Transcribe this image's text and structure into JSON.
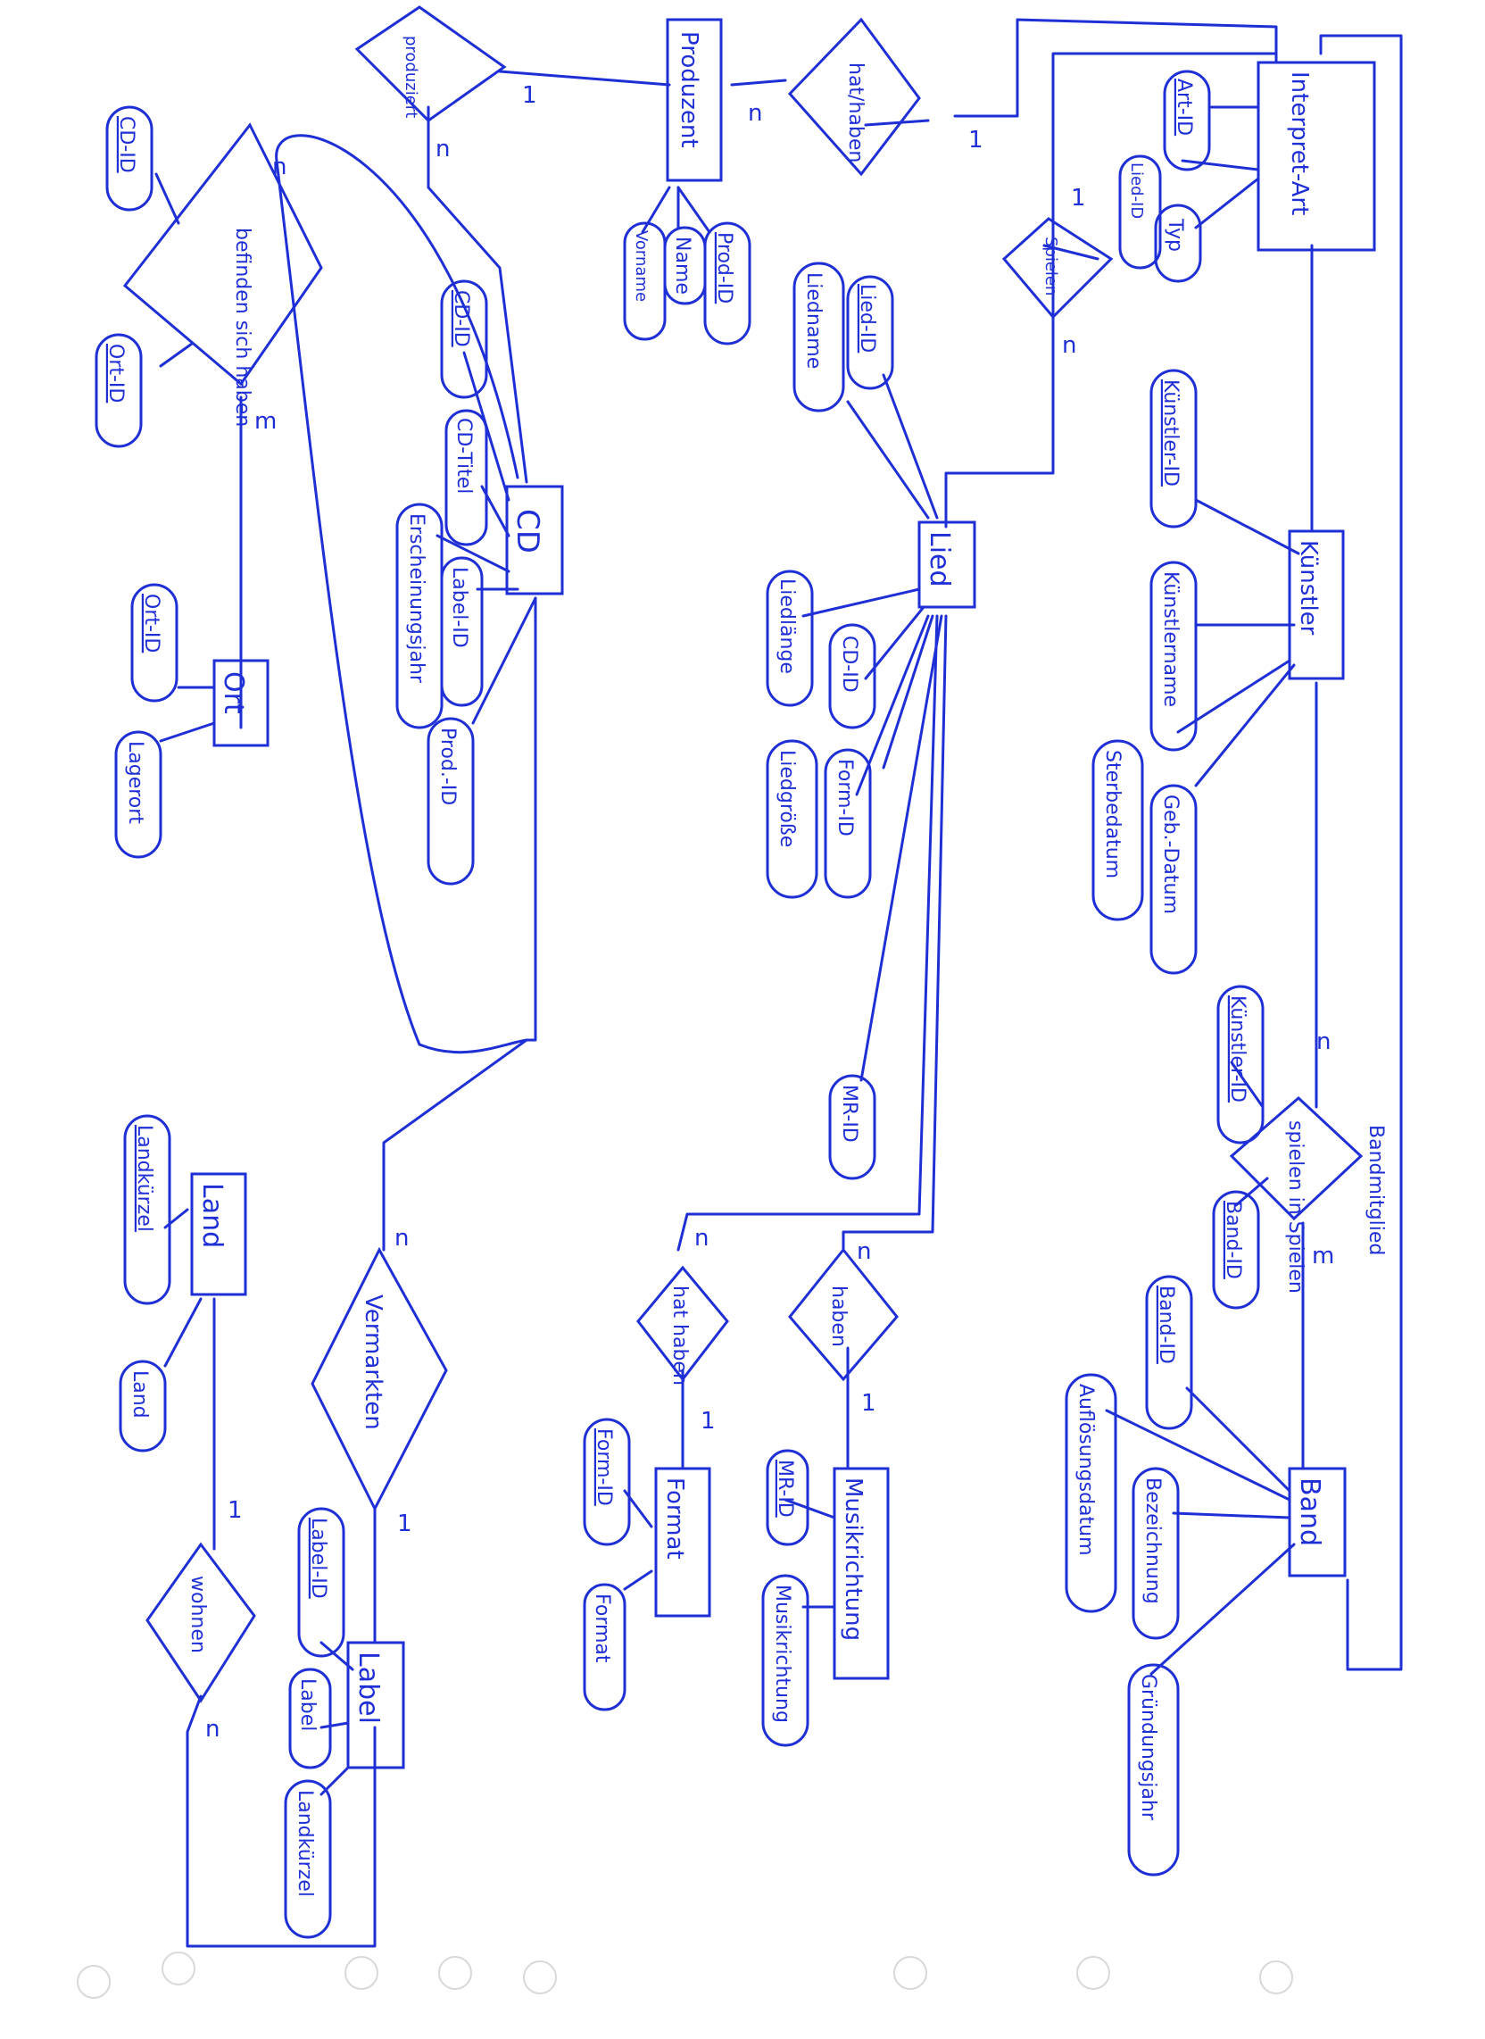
{
  "entities": {
    "interpret_art": "Interpret-Art",
    "produzent": "Produzent",
    "cd": "CD",
    "lied": "Lied",
    "kuenstler": "Künstler",
    "ort": "Ort",
    "land": "Land",
    "label": "Label",
    "format": "Format",
    "musikrichtung": "Musikrichtung",
    "band": "Band"
  },
  "relationships": {
    "produziert": "produziert",
    "hat_haben": "hat/haben",
    "spielen": "Spielen",
    "befinden": "befinden sich haben",
    "spielen_in": "spielen in Spielen",
    "vermarkten": "Vermarkten",
    "hat_haben_2": "hat haben",
    "haben": "haben",
    "wohnen": "wohnen"
  },
  "attributes": {
    "art_id": "Art-ID",
    "lied_id_ia": "Lied-ID",
    "typ": "Typ",
    "prod_id": "Prod-ID",
    "name": "Name",
    "vorname": "Vorname",
    "lied_id": "Lied-ID",
    "liedname": "Liedname",
    "cd_id_cd": "CD-ID",
    "cd_titel": "CD-Titel",
    "erscheinungsjahr": "Erscheinungsjahr",
    "label_id_cd": "Label-ID",
    "prod_id_cd": "Prod.-ID",
    "cd_id_ort": "CD-ID",
    "ort_id_rel": "Ort-ID",
    "ort_id": "Ort-ID",
    "lagerort": "Lagerort",
    "liedlaenge": "Liedlänge",
    "cd_id_lied": "CD-ID",
    "form_id_lied": "Form-ID",
    "liedgroesse": "Liedgröße",
    "mr_id": "MR-ID",
    "kuenstler_id": "Künstler-ID",
    "kuenstlername": "Künstlername",
    "geb_datum": "Geb.-Datum",
    "sterbedatum": "Sterbedatum",
    "kuenstler_id_rel": "Künstler-ID",
    "band_id_rel": "Band-ID",
    "band_id": "Band-ID",
    "aufloesungsdatum": "Auflösungsdatum",
    "bezeichnung": "Bezeichnung",
    "gruendungsjahr": "Gründungsjahr",
    "landkuerzel": "Landkürzel",
    "land": "Land",
    "label_id": "Label-ID",
    "label": "Label",
    "landkuerzel_label": "Landkürzel",
    "form_id": "Form-ID",
    "format": "Format",
    "mr_id_2": "MR-ID",
    "musikrichtung": "Musikrichtung"
  },
  "annotations": {
    "bandmitglied": "Bandmitglied"
  },
  "cardinalities": {
    "c1": "1",
    "c2": "n",
    "c3": "n",
    "c4": "1",
    "c5": "1",
    "c6": "n",
    "c7": "n",
    "c8": "m",
    "c9": "n",
    "c10": "m",
    "c11": "n",
    "c12": "1",
    "c13": "n",
    "c14": "1",
    "c15": "n",
    "c16": "1",
    "c17": "1",
    "c18": "n"
  },
  "colors": {
    "ink": "#1f2fd6",
    "paper": "#ffffff"
  }
}
